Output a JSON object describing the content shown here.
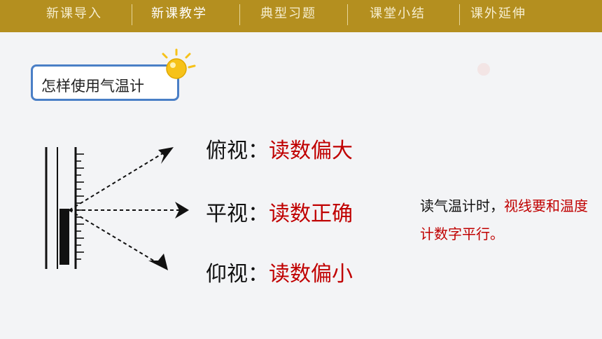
{
  "nav": {
    "items": [
      {
        "label": "新课导入"
      },
      {
        "label": "新课教学"
      },
      {
        "label": "典型习题"
      },
      {
        "label": "课堂小结"
      },
      {
        "label": "课外延伸"
      }
    ],
    "active_index": 1
  },
  "title_box": {
    "text": "怎样使用气温计"
  },
  "rows": [
    {
      "label": "俯视：",
      "value": "读数偏大"
    },
    {
      "label": "平视：",
      "value": "读数正确"
    },
    {
      "label": "仰视：",
      "value": "读数偏小"
    }
  ],
  "note": {
    "prefix": "读气温计时，",
    "highlight": "视线要和温度计数字平行。"
  },
  "colors": {
    "nav_bg": "#b48f1f",
    "accent_red": "#c00000",
    "title_border": "#4a7fc6",
    "bulb_yellow": "#f6c21a"
  },
  "icons": {
    "bulb": "lightbulb-icon"
  }
}
